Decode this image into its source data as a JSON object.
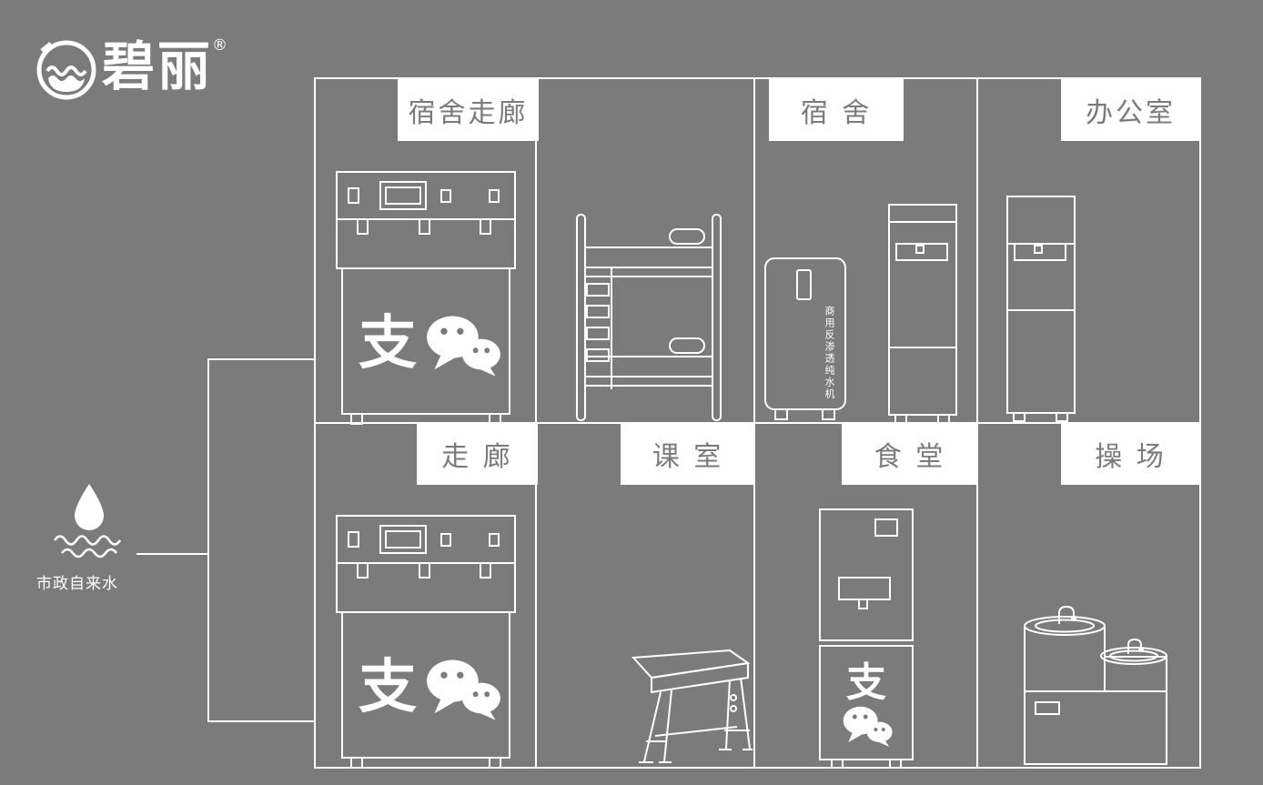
{
  "colors": {
    "background": "#7b7b7b",
    "line": "#ffffff",
    "label_text": "#7b7b7b"
  },
  "logo": {
    "brand": "碧丽",
    "registered": "®"
  },
  "source": {
    "label": "市政自来水"
  },
  "rooms": {
    "dorm_corridor": "宿舍走廊",
    "dormitory": "宿 舍",
    "office": "办公室",
    "corridor": "走 廊",
    "classroom": "课 室",
    "canteen": "食 堂",
    "playground": "操 场"
  },
  "equipment": {
    "ro_label": "商用反渗透纯水机",
    "alipay": "支"
  },
  "icons": {
    "brand_logo": "bili-water-cup-logo",
    "water_source": "water-droplet-waves-icon",
    "alipay": "alipay-zhi-icon",
    "wechat": "wechat-bubbles-icon"
  }
}
